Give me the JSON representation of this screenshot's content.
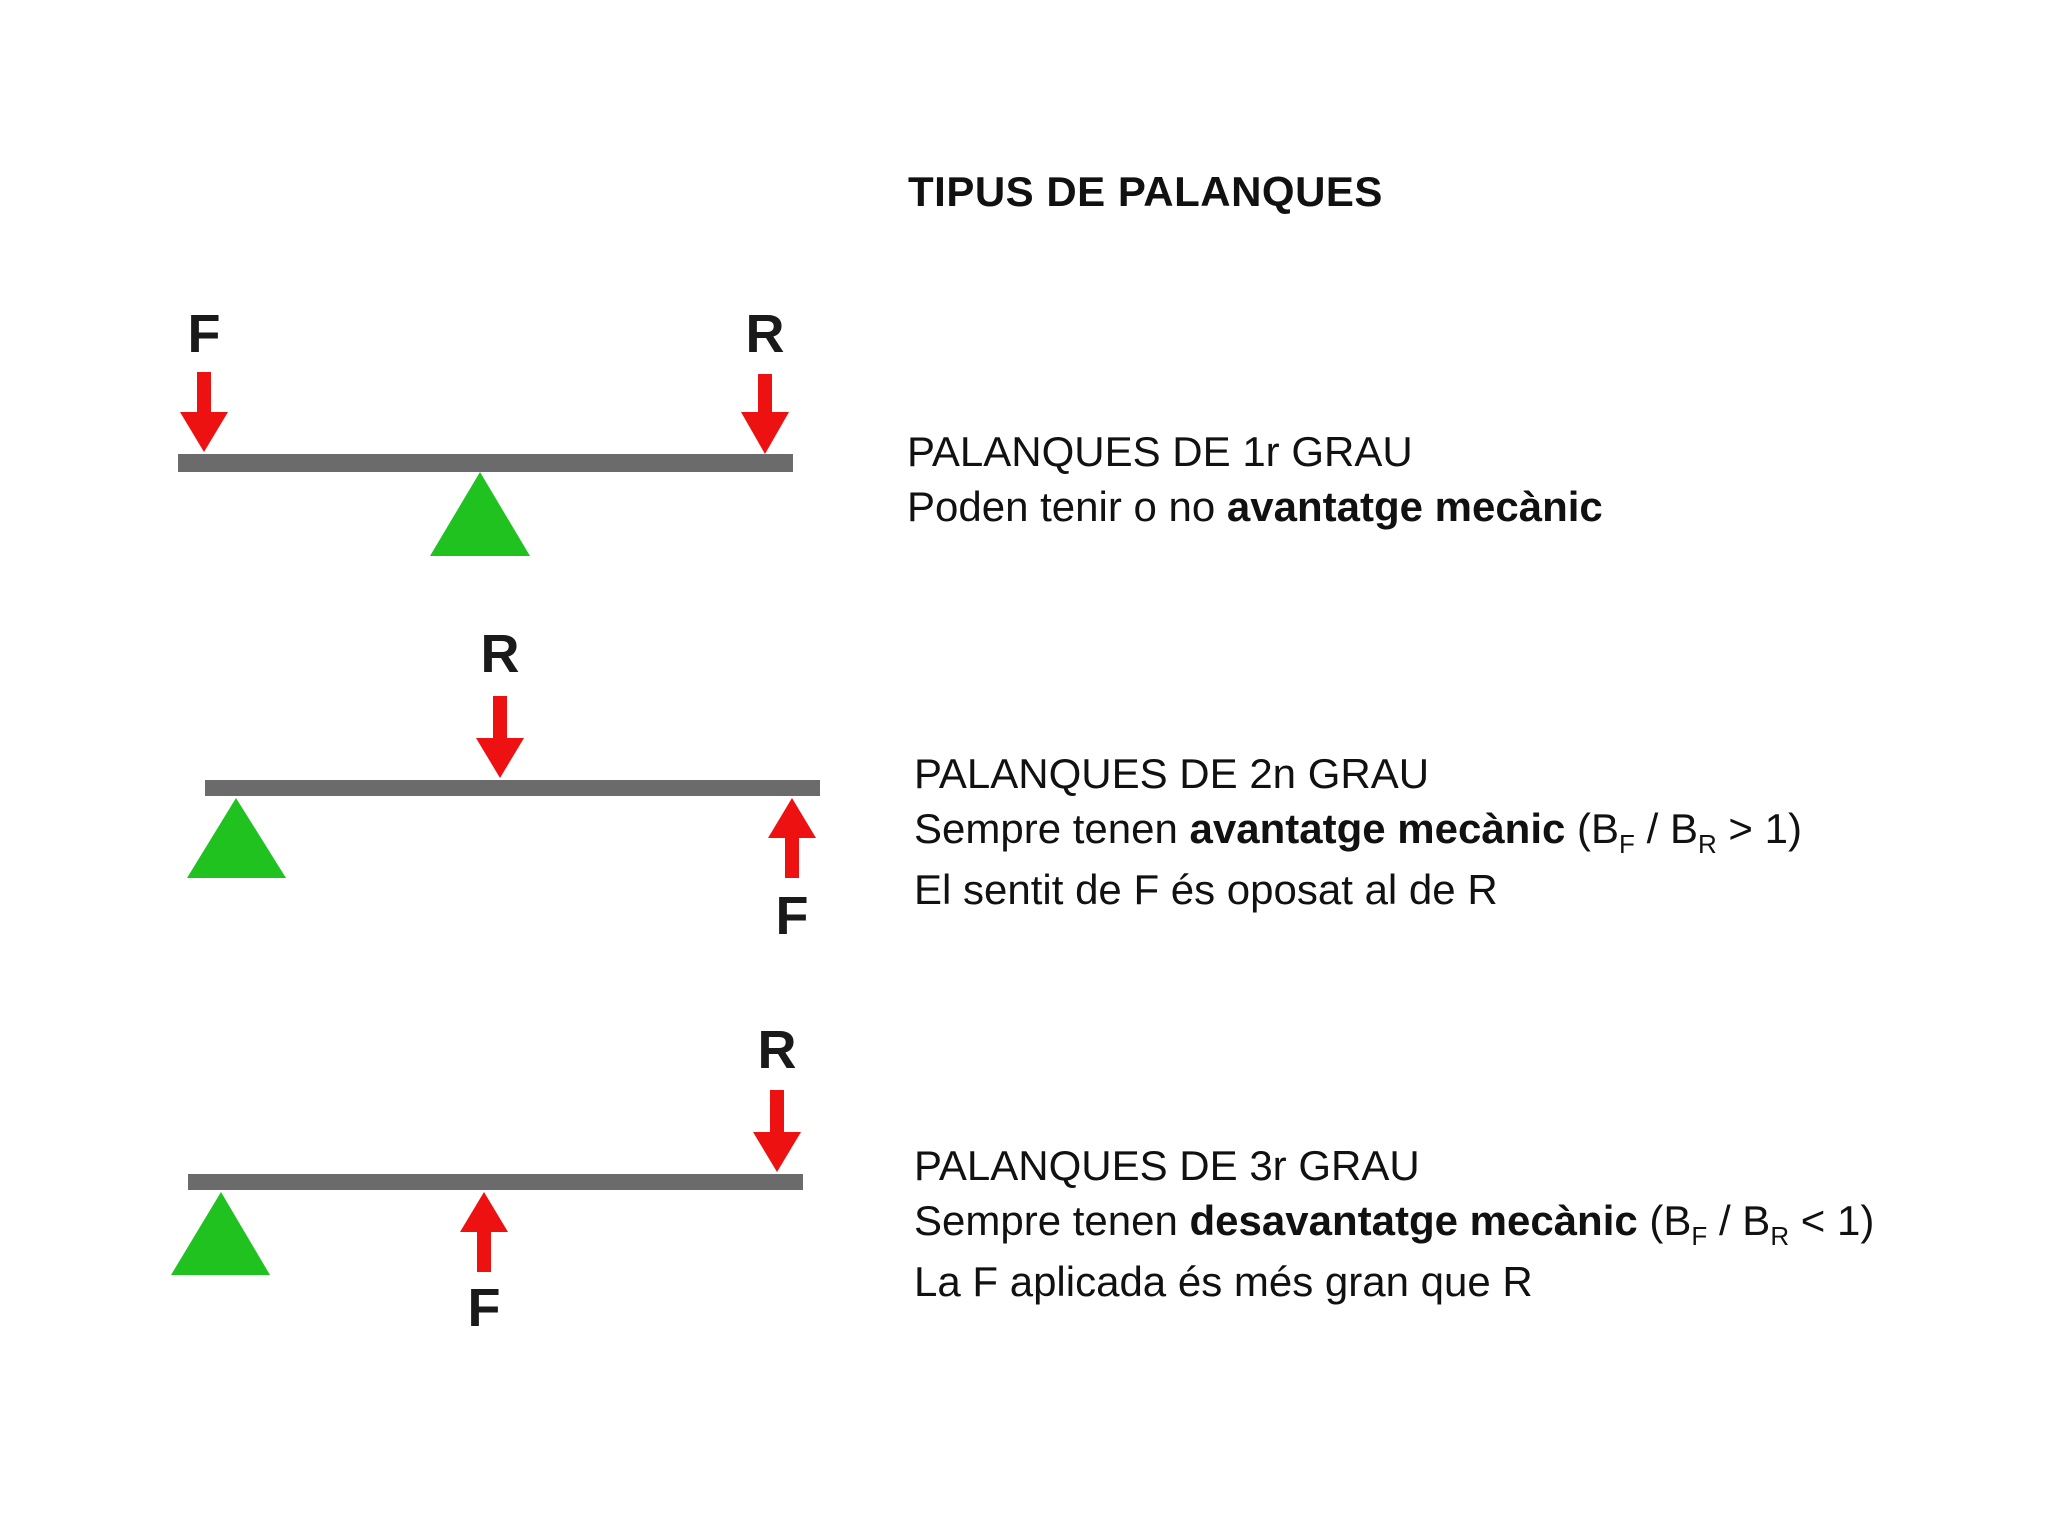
{
  "title": "TIPUS DE PALANQUES",
  "colors": {
    "beam": "#6b6b6b",
    "fulcrum": "#1fc21f",
    "arrow": "#ee1111",
    "text": "#111111"
  },
  "levers": [
    {
      "heading": "PALANQUES DE 1r GRAU",
      "line2_pre": "Poden tenir o no ",
      "line2_bold": "avantatge mecànic",
      "force_label": "F",
      "resistance_label": "R"
    },
    {
      "heading": "PALANQUES DE 2n GRAU",
      "line2_pre": "Sempre tenen ",
      "line2_bold": "avantatge mecànic",
      "ratio_open": " (B",
      "ratio_sub1": "F",
      "ratio_mid": " / B",
      "ratio_sub2": "R",
      "ratio_close": " > 1)",
      "line3": "El sentit de F és oposat al de R",
      "force_label": "F",
      "resistance_label": "R"
    },
    {
      "heading": "PALANQUES DE 3r GRAU",
      "line2_pre": "Sempre tenen ",
      "line2_bold": "desavantatge mecànic",
      "ratio_open": " (B",
      "ratio_sub1": "F",
      "ratio_mid": " / B",
      "ratio_sub2": "R",
      "ratio_close": " < 1)",
      "line3": "La F aplicada és més gran que R",
      "force_label": "F",
      "resistance_label": "R"
    }
  ]
}
